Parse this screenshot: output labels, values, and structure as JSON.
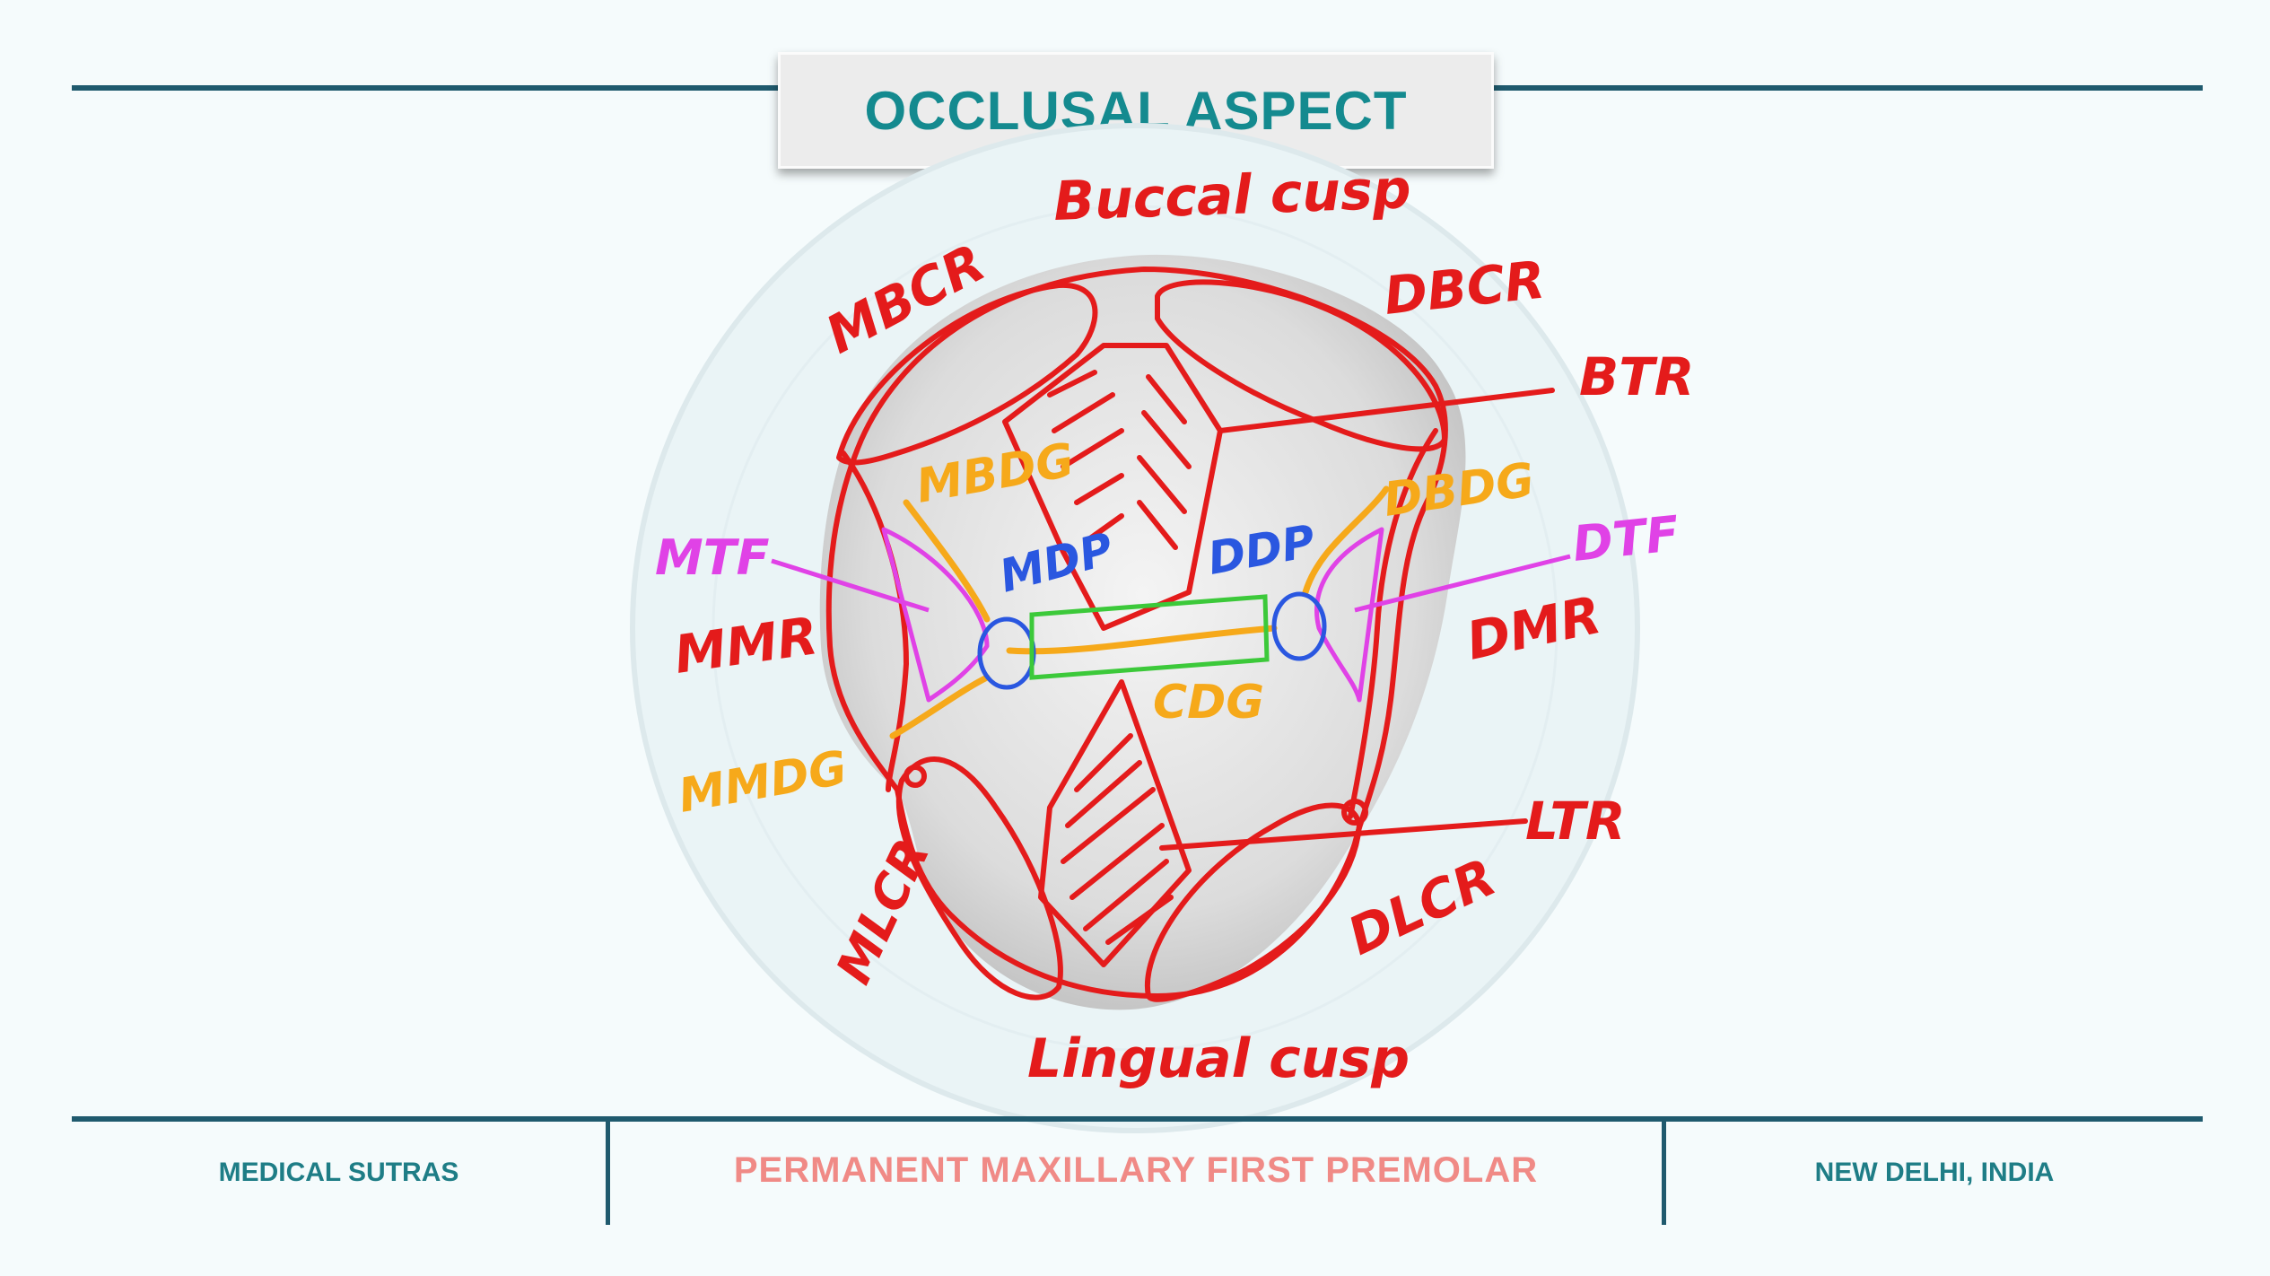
{
  "title": "OCCLUSAL ASPECT",
  "footer": {
    "left": "MEDICAL SUTRAS",
    "center": "PERMANENT MAXILLARY FIRST PREMOLAR",
    "right": "NEW DELHI, INDIA"
  },
  "labels": {
    "buccal_cusp": "Buccal cusp",
    "lingual_cusp": "Lingual cusp",
    "mbcr": "MBCR",
    "dbcr": "DBCR",
    "btr": "BTR",
    "mbdg": "MBDG",
    "dbdg": "DBDG",
    "mtf": "MTF",
    "dtf": "DTF",
    "mdp": "MDP",
    "ddp": "DDP",
    "mmr": "MMR",
    "dmr": "DMR",
    "cdg": "CDG",
    "mmdg": "MMDG",
    "mlcr": "MLCR",
    "dlcr": "DLCR",
    "ltr": "LTR"
  },
  "colors": {
    "red": "#e41b1b",
    "orange": "#f6a91a",
    "magenta": "#e042e6",
    "blue": "#2a57e0",
    "green": "#3cc93a",
    "teal": "#148a8f"
  }
}
